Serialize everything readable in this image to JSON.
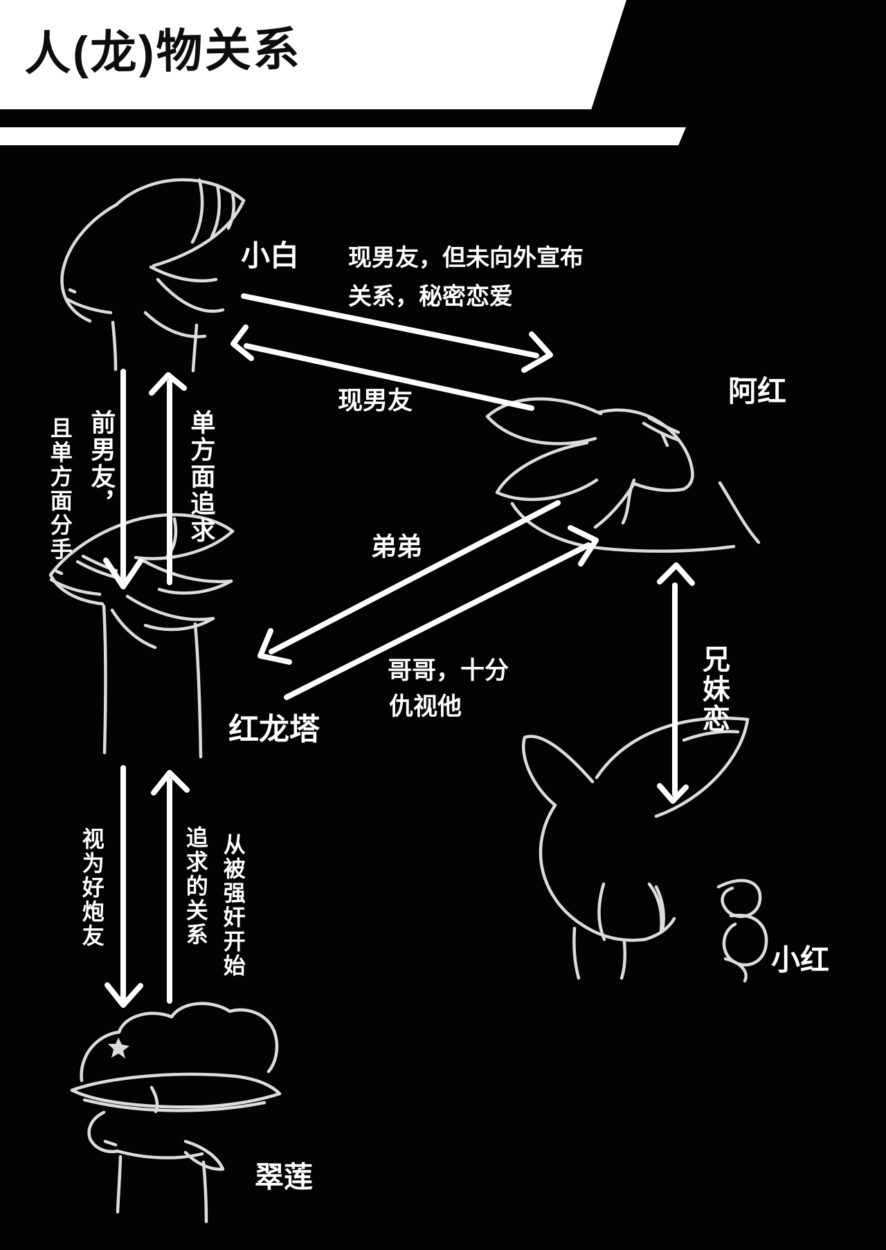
{
  "title": {
    "text": "人(龙)物关系"
  },
  "characters": [
    {
      "id": "xiaobai",
      "name": "小白"
    },
    {
      "id": "ahong",
      "name": "阿红"
    },
    {
      "id": "honglongta",
      "name": "红龙塔"
    },
    {
      "id": "xiaohong",
      "name": "小红"
    },
    {
      "id": "cuilian",
      "name": "翠莲"
    }
  ],
  "relationships": {
    "secret_bf_line1": "现男友，但未向外宣布",
    "secret_bf_line2": "关系，秘密恋爱",
    "current_bf": "现男友",
    "ex_bf_col1": "前男友，",
    "ex_bf_col2": "且单方面分手",
    "one_sided_pursuit": "单方面追求",
    "younger_brother": "弟弟",
    "older_brother_line1": "哥哥，十分",
    "older_brother_line2": "仇视他",
    "sibling_love": "兄妹恋",
    "fwb": "视为好炮友",
    "pursuit_origin_col_right": "从被强奸开始",
    "pursuit_origin_col_left": "追求的关系"
  },
  "colors": {
    "background": "#030303",
    "ink": "#ffffff",
    "sketch": "#dcdcdc",
    "banner": "#ffffff",
    "title_ink": "#0d0d0d"
  }
}
